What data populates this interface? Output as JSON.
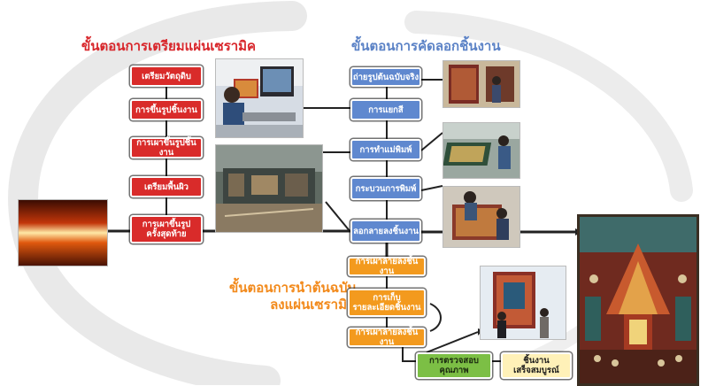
{
  "headings": {
    "prep": "ขั้นตอนการเตรียมแผ่นเซรามิค",
    "copy": "ขั้นตอนการคัดลอกชิ้นงาน",
    "transfer_line1": "ขั้นตอนการนำต้นฉบับ",
    "transfer_line2": "ลงแผ่นเซรามิค"
  },
  "prep_steps": [
    "เตรียมวัตถุดิบ",
    "การขึ้นรูปชิ้นงาน",
    "การเผาขึ้นรูปชิ้นงาน",
    "เตรียมพื้นผิว",
    "การเผาขึ้นรูป",
    "ครั้งสุดท้าย"
  ],
  "copy_steps": [
    "ถ่ายรูปต้นฉบับจริง",
    "การแยกสี",
    "การทำแม่พิมพ์",
    "กระบวนการพิมพ์",
    "ลอกลายลงชิ้นงาน"
  ],
  "transfer_steps": [
    "การเผาลายลงชิ้นงาน",
    "การเก็บ",
    "รายละเอียดชิ้นงาน",
    "การเผาลายลงชิ้นงาน"
  ],
  "final_steps": {
    "qc_line1": "การตรวจสอบ",
    "qc_line2": "คุณภาพ",
    "done_line1": "ชิ้นงาน",
    "done_line2": "เสร็จสมบูรณ์"
  },
  "colors": {
    "prep": "#d92b2a",
    "copy": "#5f88cf",
    "transfer": "#f39a1e",
    "qc": "#7cbf45",
    "done": "#fff1b8"
  }
}
